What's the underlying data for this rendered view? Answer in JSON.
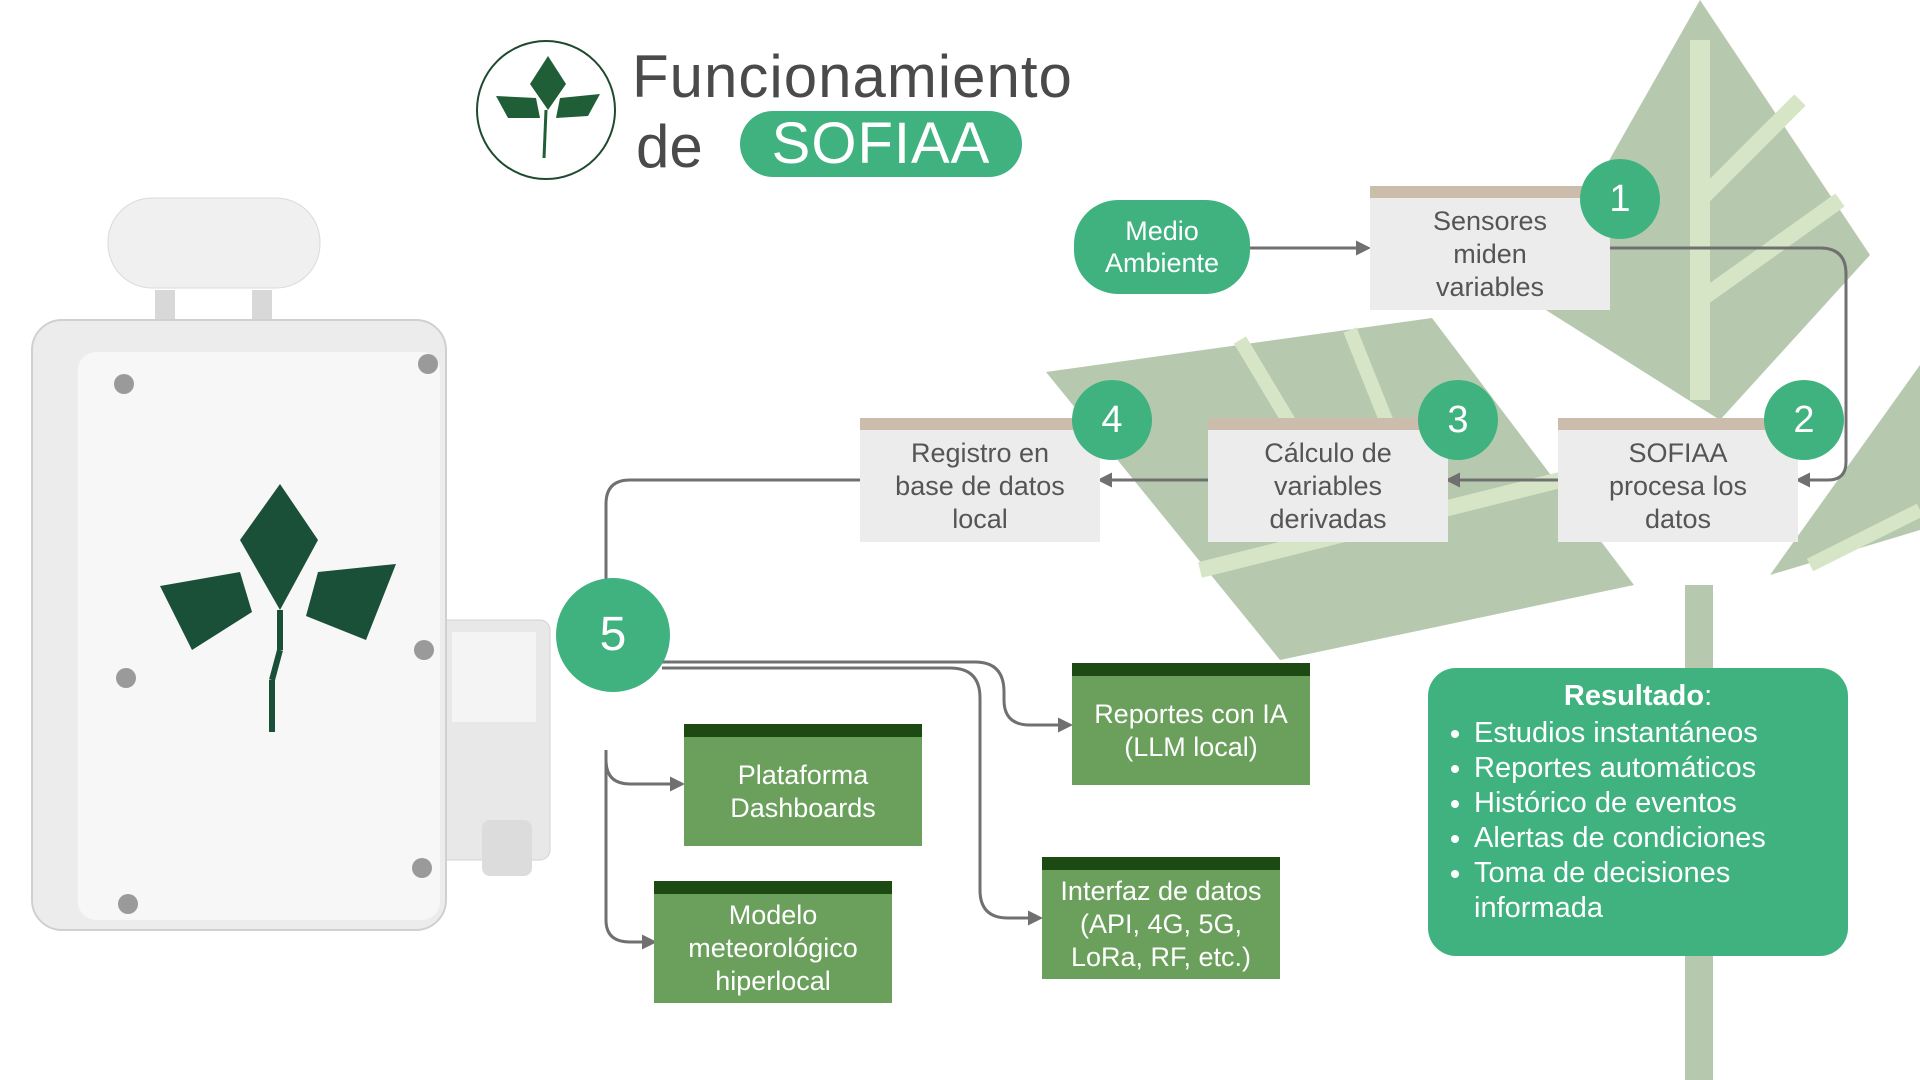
{
  "title": {
    "line1": "Funcionamiento",
    "line2_prefix": "de",
    "line2_highlight": "SOFIAA"
  },
  "colors": {
    "accent": "#3fb27f",
    "output_box": "#6aa05c",
    "output_header": "#1c4a12",
    "process_box": "#ececec",
    "process_header": "#cbbcac",
    "leaf_bg": "#b6c9ae",
    "arrow": "#707070"
  },
  "nodes": {
    "medio_ambiente": "Medio Ambiente",
    "sensores": "Sensores miden variables",
    "sofiaa_procesa": "SOFIAA procesa los datos",
    "calculo": "Cálculo de variables derivadas",
    "registro": "Registro en base de datos local"
  },
  "badges": {
    "b1": "1",
    "b2": "2",
    "b3": "3",
    "b4": "4",
    "b5": "5"
  },
  "outputs": {
    "reportes_ia": "Reportes con IA (LLM local)",
    "plataforma": "Plataforma Dashboards",
    "interfaz": "Interfaz de datos (API, 4G, 5G, LoRa, RF, etc.)",
    "modelo": "Modelo meteorológico hiperlocal"
  },
  "result": {
    "title": "Resultado",
    "title_suffix": ":",
    "items": [
      "Estudios instantáneos",
      "Reportes automáticos",
      "Histórico de eventos",
      "Alertas de condiciones",
      "Toma de decisiones informada"
    ]
  },
  "icons": {
    "logo": "sofiaa-leaf-logo-icon",
    "device": "weather-station-device-image"
  }
}
